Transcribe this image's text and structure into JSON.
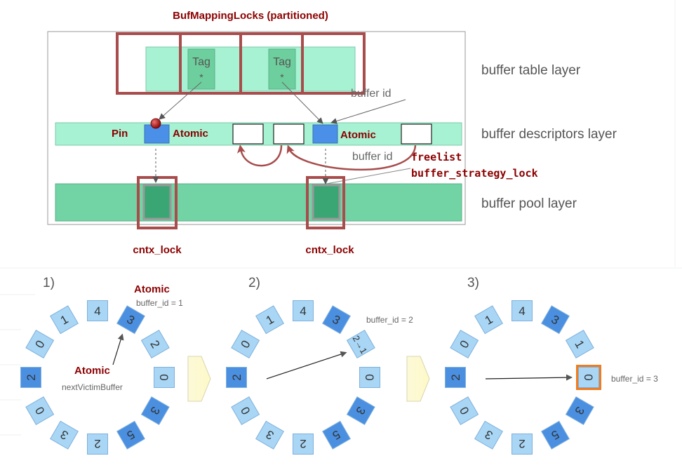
{
  "top": {
    "title": "BufMappingLocks (partitioned)",
    "tag_label": "Tag",
    "tag_mark": "*",
    "layers": {
      "table": "buffer table layer",
      "descriptors": "buffer descriptors layer",
      "pool": "buffer pool layer"
    },
    "buffer_id_label": "buffer id",
    "pin_label": "Pin",
    "atomic_label": "Atomic",
    "freelist_label": "freelist",
    "strategy_lock_label": "buffer_strategy_lock",
    "cntx_lock_label": "cntx_lock"
  },
  "clock": {
    "atomic_label": "Atomic",
    "next_victim_label": "nextVictimBuffer",
    "panels": [
      {
        "step": "1)",
        "buffer_text": "buffer_id = 1",
        "slots": [
          "4",
          "3",
          "2",
          "0",
          "3",
          "5",
          "2",
          "3",
          "0",
          "2",
          "0",
          "1"
        ],
        "pointer": 1,
        "highlight": null
      },
      {
        "step": "2)",
        "buffer_text": "buffer_id = 2",
        "slots": [
          "4",
          "3",
          "2→1",
          "0",
          "3",
          "5",
          "2",
          "3",
          "0",
          "2",
          "0",
          "1"
        ],
        "pointer": 2,
        "highlight": null
      },
      {
        "step": "3)",
        "buffer_text": "buffer_id = 3",
        "slots": [
          "4",
          "3",
          "1",
          "0",
          "3",
          "5",
          "2",
          "3",
          "0",
          "2",
          "0",
          "1"
        ],
        "pointer": 3,
        "highlight": 3
      }
    ]
  },
  "colors": {
    "lock": "#a84c4c",
    "label_red": "#8b0000",
    "mint": "#a6f2d2",
    "tag": "#6ecf9e",
    "pool": "#72d3a5",
    "pool_cell": "#3aa673",
    "pin": "#4a90e8",
    "slot_light": "#a9d6f5",
    "slot_dark": "#4b8fe0",
    "orange": "#ef7c20"
  }
}
